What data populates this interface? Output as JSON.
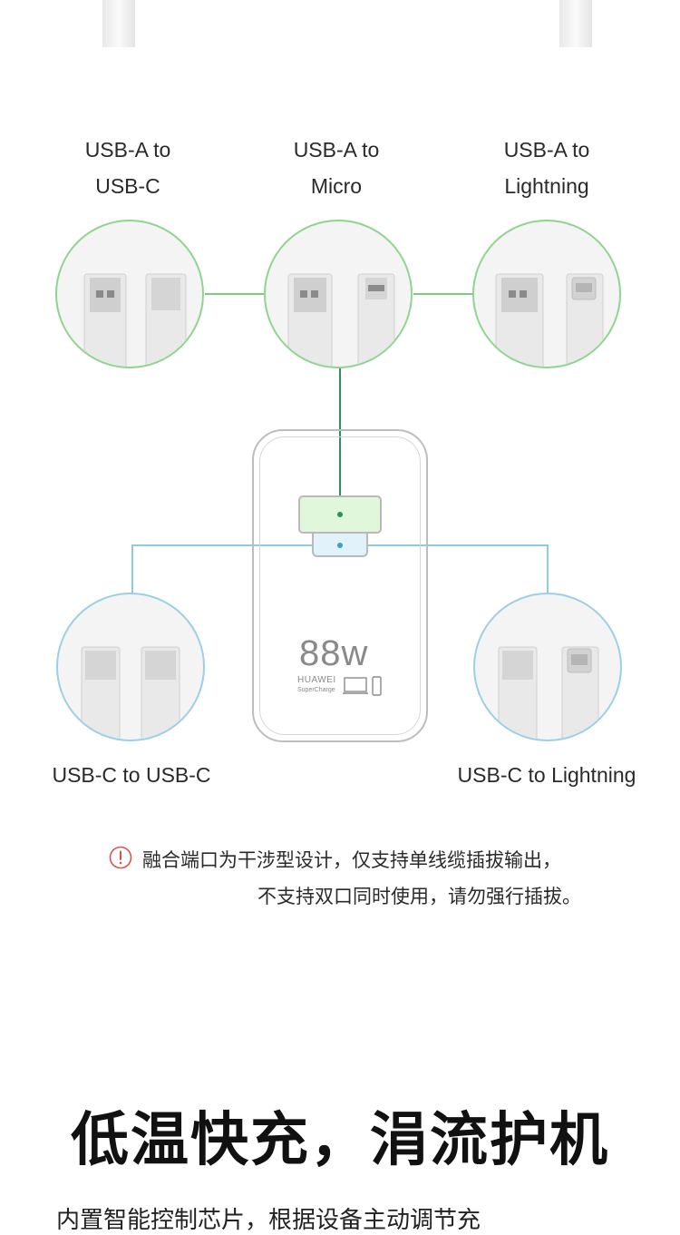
{
  "colors": {
    "green_accent": "#7dc97d",
    "blue_accent": "#8ccbe3",
    "warning_red": "#d9534f",
    "text": "#222222"
  },
  "labels": {
    "usb_a_to_usb_c": "USB-A to\nUSB-C",
    "usb_a_to_micro": "USB-A to\nMicro",
    "usb_a_to_lightning": "USB-A to\nLightning",
    "usb_c_to_usb_c": "USB-C to USB-C",
    "usb_c_to_lightning": "USB-C to Lightning"
  },
  "charger": {
    "wattage": "88w",
    "brand": "HUAWEI",
    "tagline": "SuperCharge"
  },
  "note": {
    "icon": "warning-circle-icon",
    "line1": "融合端口为干涉型设计，仅支持单线缆插拔输出，",
    "line2": "不支持双口同时使用，请勿强行插拔。"
  },
  "section": {
    "heading": "低温快充，涓流护机",
    "body": "内置智能控制芯片，根据设备主动调节充"
  }
}
